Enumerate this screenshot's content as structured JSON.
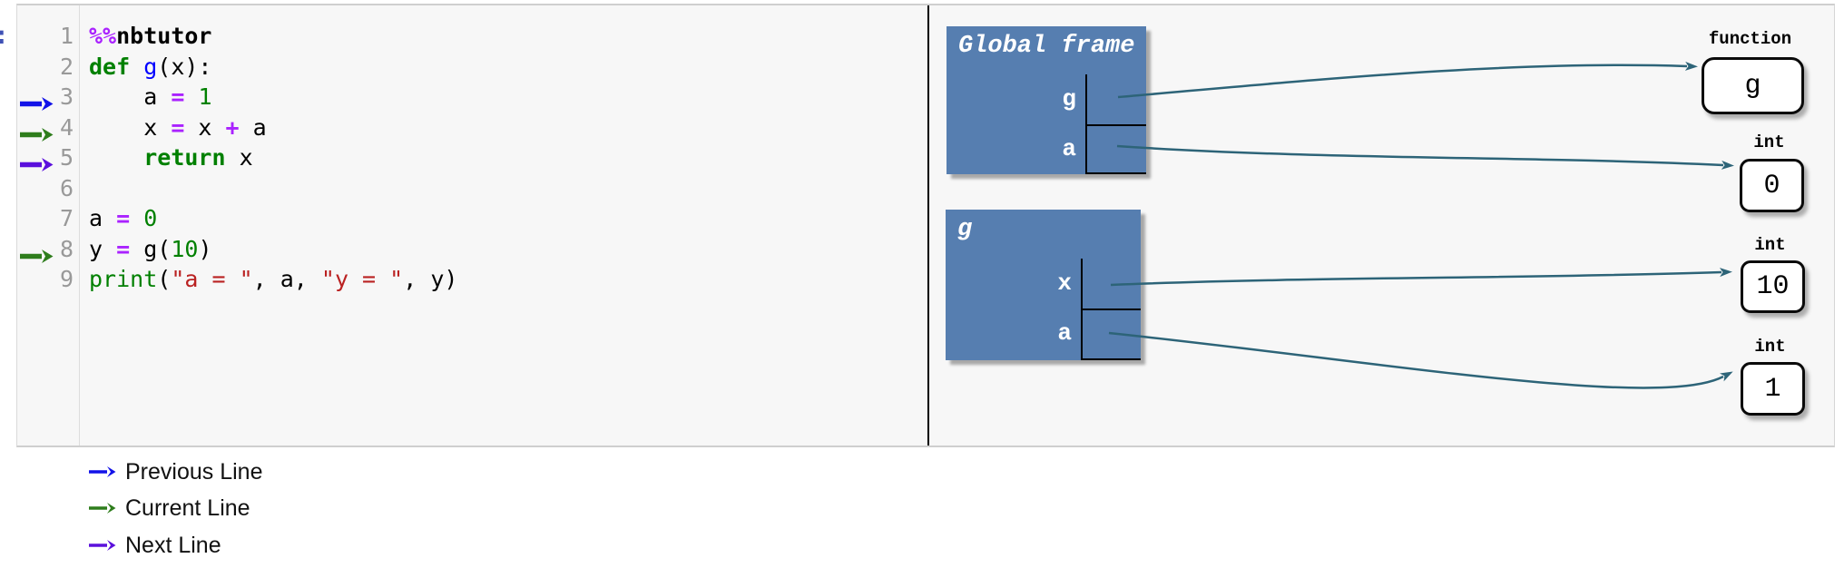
{
  "colors": {
    "frame_bg": "#567eb0",
    "connector": "#2d6478",
    "previous_line": "#1212e8",
    "current_line": "#2e7d1c",
    "next_line": "#5b10dc",
    "keyword": "#008000",
    "operator": "#aa22ff",
    "number": "#008000",
    "string": "#ba2121",
    "def_name": "#0000ff",
    "builtin": "#008000",
    "line_number": "#999999"
  },
  "prompt_fragment": ":",
  "code_panel": {
    "lines": [
      {
        "number": "1",
        "arrow": null,
        "tokens": [
          [
            "%%",
            "magic"
          ],
          [
            "nbtutor",
            "magic-name"
          ]
        ]
      },
      {
        "number": "2",
        "arrow": null,
        "tokens": [
          [
            "def ",
            "keyword"
          ],
          [
            "g",
            "def-name"
          ],
          [
            "(x):",
            "plain"
          ]
        ]
      },
      {
        "number": "3",
        "arrow": "previous",
        "tokens": [
          [
            "    a ",
            "plain"
          ],
          [
            "=",
            "operator"
          ],
          [
            " ",
            "plain"
          ],
          [
            "1",
            "number"
          ]
        ]
      },
      {
        "number": "4",
        "arrow": "current",
        "tokens": [
          [
            "    x ",
            "plain"
          ],
          [
            "=",
            "operator"
          ],
          [
            " x ",
            "plain"
          ],
          [
            "+",
            "operator"
          ],
          [
            " a",
            "plain"
          ]
        ]
      },
      {
        "number": "5",
        "arrow": "next",
        "tokens": [
          [
            "    ",
            "plain"
          ],
          [
            "return",
            "keyword"
          ],
          [
            " x",
            "plain"
          ]
        ]
      },
      {
        "number": "6",
        "arrow": null,
        "tokens": []
      },
      {
        "number": "7",
        "arrow": null,
        "tokens": [
          [
            "a ",
            "plain"
          ],
          [
            "=",
            "operator"
          ],
          [
            " ",
            "plain"
          ],
          [
            "0",
            "number"
          ]
        ]
      },
      {
        "number": "8",
        "arrow": "current",
        "tokens": [
          [
            "y ",
            "plain"
          ],
          [
            "=",
            "operator"
          ],
          [
            " ",
            "plain"
          ],
          [
            "g(",
            "plain"
          ],
          [
            "10",
            "number"
          ],
          [
            ")",
            "plain"
          ]
        ]
      },
      {
        "number": "9",
        "arrow": null,
        "tokens": [
          [
            "print",
            "builtin"
          ],
          [
            "(",
            "plain"
          ],
          [
            "\"a = \"",
            "string"
          ],
          [
            ", a, ",
            "plain"
          ],
          [
            "\"y = \"",
            "string"
          ],
          [
            ", y)",
            "plain"
          ]
        ]
      }
    ]
  },
  "memory_panel": {
    "frames": [
      {
        "title": "Global frame",
        "variables": [
          "g",
          "a"
        ]
      },
      {
        "title": "g",
        "variables": [
          "x",
          "a"
        ]
      }
    ],
    "objects": [
      {
        "type": "function",
        "value": "g"
      },
      {
        "type": "int",
        "value": "0"
      },
      {
        "type": "int",
        "value": "10"
      },
      {
        "type": "int",
        "value": "1"
      }
    ],
    "references": [
      {
        "from": "Global frame.g",
        "to": "function g"
      },
      {
        "from": "Global frame.a",
        "to": "int 0"
      },
      {
        "from": "g.x",
        "to": "int 10"
      },
      {
        "from": "g.a",
        "to": "int 1"
      }
    ]
  },
  "legend": {
    "items": [
      {
        "label": "Previous Line",
        "color_key": "previous_line"
      },
      {
        "label": "Current Line",
        "color_key": "current_line"
      },
      {
        "label": "Next Line",
        "color_key": "next_line"
      }
    ]
  }
}
